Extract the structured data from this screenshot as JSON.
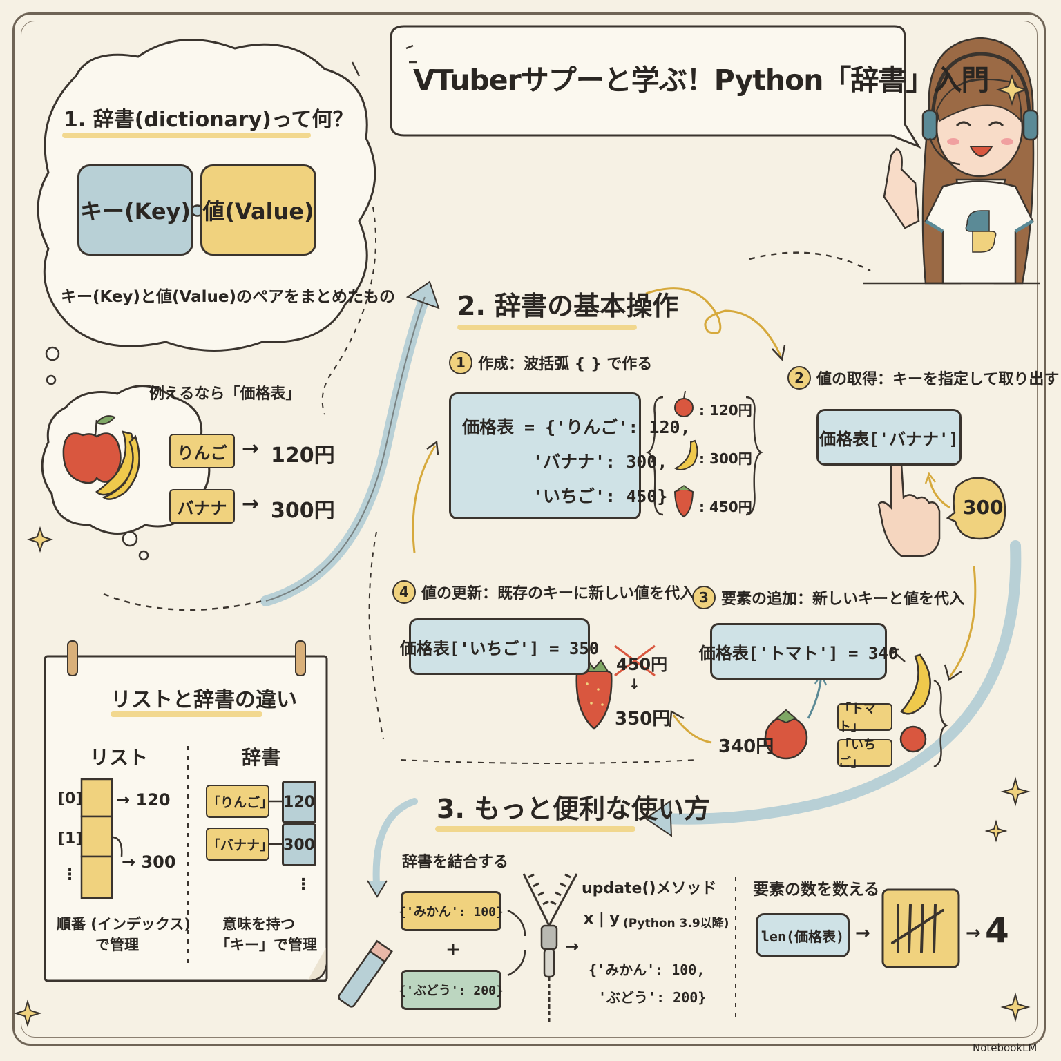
{
  "title": "VTuberサプーと学ぶ！Python「辞書」入門",
  "watermark": "NotebookLM",
  "section1": {
    "heading": "1. 辞書(dictionary)って何？",
    "key_label": "キー(Key)",
    "value_label": "値(Value)",
    "caption": "キー(Key)と値(Value)のペアをまとめたもの",
    "example_label": "例えるなら「価格表」",
    "rows": [
      {
        "tag": "りんご",
        "arrow": "→",
        "price": "120円"
      },
      {
        "tag": "バナナ",
        "arrow": "→",
        "price": "300円"
      }
    ]
  },
  "section2": {
    "heading": "2. 辞書の基本操作",
    "step1": {
      "num": "1",
      "label": "作成：波括弧 { } で作る",
      "code_lines": [
        "価格表 = {'りんご': 120,",
        "'バナナ': 300,",
        "'いちご': 450}"
      ],
      "legend": [
        ": 120円",
        ": 300円",
        ": 450円"
      ]
    },
    "step2": {
      "num": "2",
      "label": "値の取得：キーを指定して取り出す",
      "code": "価格表['バナナ']",
      "result": "300"
    },
    "step3": {
      "num": "3",
      "label": "要素の追加：新しいキーと値を代入",
      "code": "価格表['トマト'] = 340",
      "price": "340円",
      "tags": [
        "「トマト」",
        "「いちご」"
      ]
    },
    "step4": {
      "num": "4",
      "label": "値の更新：既存のキーに新しい値を代入",
      "code": "価格表['いちご'] = 350",
      "old": "450円",
      "down": "↓",
      "new": "350円"
    }
  },
  "compare": {
    "heading": "リストと辞書の違い",
    "list_title": "リスト",
    "dict_title": "辞書",
    "list_indexes": [
      "[0]",
      "[1]",
      "⋮"
    ],
    "list_values": [
      "→ 120",
      "→ 300"
    ],
    "dict_keys": [
      "「りんご」",
      "「バナナ」"
    ],
    "dict_values": [
      "120",
      "300"
    ],
    "list_caption": [
      "順番 (インデックス)",
      "で管理"
    ],
    "dict_caption": [
      "意味を持つ",
      "「キー」で管理"
    ],
    "dots": "⋮"
  },
  "section3": {
    "heading": "3. もっと便利な使い方",
    "merge_label": "辞書を結合する",
    "dict_a": "{'みかん': 100}",
    "plus": "+",
    "dict_b": "{'ぶどう': 200}",
    "arrow": "→",
    "method1": "update()メソッド",
    "method2": "x | y",
    "method2_note": "(Python 3.9以降)",
    "merged_lines": [
      "{'みかん': 100,",
      "'ぶどう': 200}"
    ],
    "count_label": "要素の数を数える",
    "len_code": "len(価格表)",
    "count_result": "4"
  },
  "colors": {
    "blue": "#b8d0d6",
    "yellow": "#f0d27e",
    "green": "#bcd6c0",
    "ink": "#3a342e",
    "paper": "#f6f1e4"
  }
}
